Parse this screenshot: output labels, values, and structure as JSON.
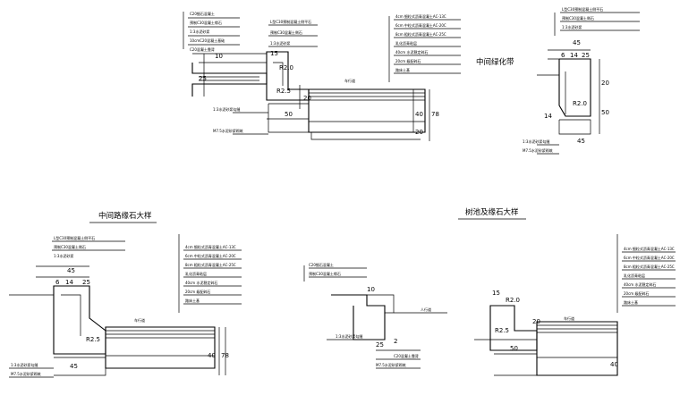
{
  "titles": {
    "median_green": "中间绿化带",
    "median_curb": "中间路缘石大样",
    "tree_pool": "树池及缘石大样"
  },
  "dims": {
    "d45": "45",
    "d6": "6",
    "d14": "14",
    "d25": "25",
    "d10": "10",
    "d15": "15",
    "d20": "20",
    "d50": "50",
    "d40": "40",
    "d78": "78",
    "d2": "2",
    "r2": "R2.0",
    "r25": "R2.5"
  },
  "curb_notes": {
    "top_left": [
      "C20细石混凝土",
      "预制C30混凝土缘石",
      "1:3水泥砂浆",
      "10cmC20混凝土基础",
      "C20混凝土靠背"
    ],
    "right_curb": [
      "L型C30预制混凝土侧平石",
      "预制C30混凝土侧石",
      "1:3水泥砂浆"
    ],
    "left_grey": [
      "1:3水泥砂浆勾缝",
      "M7.5水泥砂浆砌筑"
    ]
  },
  "pavement_layers": [
    "4cm 细粒式沥青混凝土AC-13C",
    "6cm 中粒式沥青混凝土AC-20C",
    "8cm 粗粒式沥青混凝土AC-25C",
    "乳化沥青粘层",
    "40cm 水泥稳定碎石",
    "20cm 级配碎石",
    "路床土基"
  ],
  "misc": {
    "road_surface": "车行道",
    "sidewalk": "人行道"
  }
}
